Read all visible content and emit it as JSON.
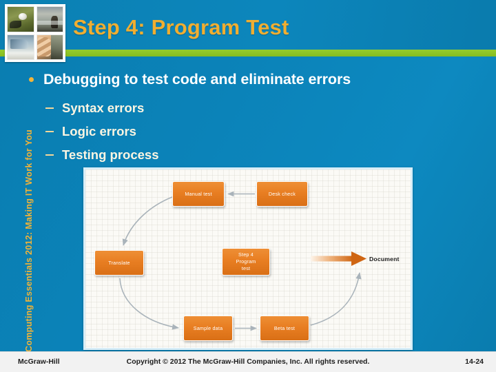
{
  "slide": {
    "title": "Step 4: Program Test",
    "side_text": "Computing Essentials 2012: Making IT Work for You",
    "accent_gold": "#f0ae31",
    "accent_green": "#8dc527",
    "background_blue": "#0b83b9",
    "node_orange": "#e87e22"
  },
  "thumbnails": [
    {
      "name": "golf-ball-on-grass"
    },
    {
      "name": "seascape-with-person"
    },
    {
      "name": "sky-and-water-scene"
    },
    {
      "name": "hand-close-up"
    }
  ],
  "body": {
    "bullet": "Debugging to test code and eliminate errors",
    "sub_bullets": [
      "Syntax errors",
      "Logic errors",
      "Testing process"
    ]
  },
  "diagram": {
    "nodes": [
      {
        "id": "manual",
        "label": "Manual test"
      },
      {
        "id": "desk",
        "label": "Desk check"
      },
      {
        "id": "translate",
        "label": "Translate"
      },
      {
        "id": "step4",
        "label": "Step 4\nProgram\ntest"
      },
      {
        "id": "sample",
        "label": "Sample data"
      },
      {
        "id": "beta",
        "label": "Beta test"
      }
    ],
    "step4_lines": [
      "Step 4",
      "Program",
      "test"
    ],
    "output_label": "Document",
    "edges": [
      {
        "from": "desk",
        "to": "manual"
      },
      {
        "from": "manual",
        "to": "translate"
      },
      {
        "from": "translate",
        "to": "sample"
      },
      {
        "from": "sample",
        "to": "beta"
      },
      {
        "from": "beta",
        "to": "document"
      }
    ]
  },
  "footer": {
    "left": "McGraw-Hill",
    "center": "Copyright © 2012 The McGraw-Hill Companies, Inc. All rights reserved.",
    "right": "14-24"
  }
}
